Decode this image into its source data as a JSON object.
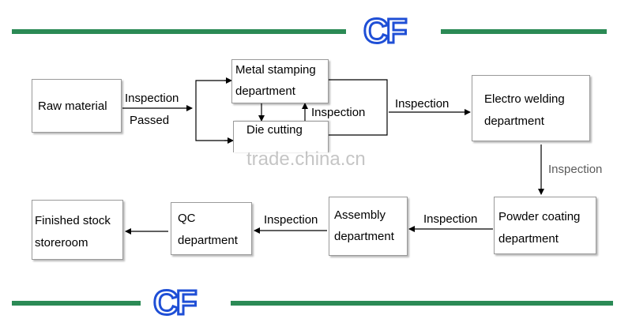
{
  "brand": {
    "logo_text": "CF",
    "bar_color": "#2b8a55",
    "logo_color": "#1f4fd6"
  },
  "nodes": {
    "raw_material": "Raw material",
    "metal_stamping": [
      "Metal stamping",
      "department"
    ],
    "die_cutting": "Die cutting",
    "electro_welding": [
      "Electro welding",
      "department"
    ],
    "powder_coating": [
      "Powder coating",
      "department"
    ],
    "assembly": [
      "Assembly",
      "department"
    ],
    "qc": [
      "QC",
      "department"
    ],
    "finished_stock": [
      "Finished stock",
      "storeroom"
    ]
  },
  "edge_labels": {
    "raw_to_split": [
      "Inspection",
      "Passed"
    ],
    "stamping_die": "Inspection",
    "to_welding": "Inspection",
    "welding_to_coating": "Inspection",
    "coating_to_assembly": "Inspection",
    "assembly_to_qc": "Inspection"
  },
  "watermark": "trade.china.cn"
}
